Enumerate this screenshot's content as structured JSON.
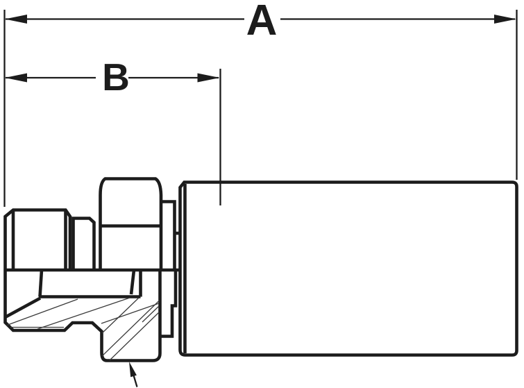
{
  "figure": {
    "type": "technical-dimension-drawing",
    "subject": "hydraulic-hose-crimp-fitting-half-section",
    "colors": {
      "line": "#1c1c1c",
      "background": "#ffffff"
    },
    "dimensions": {
      "a": {
        "label": "A"
      },
      "b": {
        "label": "B"
      }
    },
    "icons": {
      "dimension_arrowhead": "filled-triangle",
      "leader_arrowhead": "filled-triangle"
    }
  }
}
